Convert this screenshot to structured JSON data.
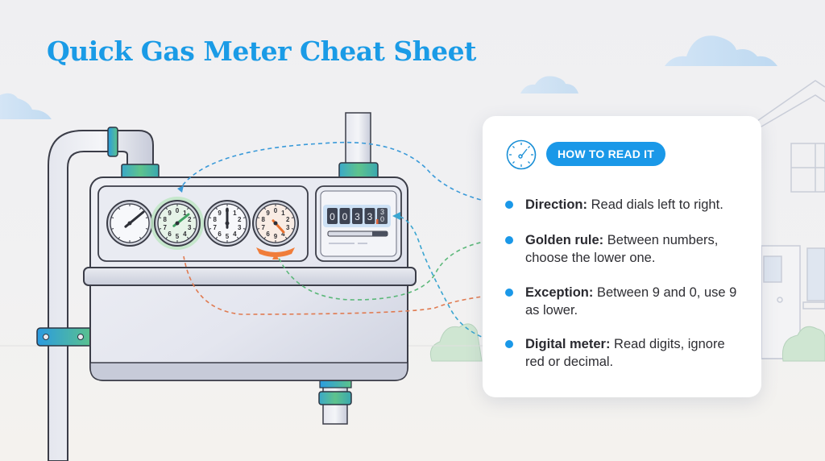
{
  "title": "Quick Gas Meter Cheat Sheet",
  "card": {
    "icon": "gauge-icon",
    "badge": "HOW TO READ IT",
    "items": [
      {
        "label": "Direction:",
        "text": "Read dials left to right.",
        "connector_color": "#3a9ad9"
      },
      {
        "label": "Golden rule:",
        "text": "Between numbers, choose the lower one.",
        "connector_color": "#5cb87a"
      },
      {
        "label": "Exception:",
        "text": "Between 9 and 0, use 9 as lower.",
        "connector_color": "#e07a50"
      },
      {
        "label": "Digital meter:",
        "text": "Read digits, ignore red or decimal.",
        "connector_color": "#3aa5d0"
      }
    ]
  },
  "meter": {
    "dials": [
      {
        "id": "dial-1",
        "numbers": [],
        "highlight": "none"
      },
      {
        "id": "dial-2",
        "numbers": [
          "0",
          "1",
          "2",
          "3",
          "4",
          "5",
          "6",
          "7",
          "8",
          "9"
        ],
        "highlight": "green"
      },
      {
        "id": "dial-3",
        "numbers": [
          "0",
          "1",
          "2",
          "3",
          "4",
          "5",
          "6",
          "7",
          "8",
          "9"
        ],
        "highlight": "none"
      },
      {
        "id": "dial-4",
        "numbers": [
          "0",
          "1",
          "2",
          "3",
          "4",
          "9",
          "6",
          "7",
          "8",
          "9"
        ],
        "highlight": "orange"
      }
    ],
    "digital_digits": [
      "0",
      "0",
      "3",
      "3"
    ],
    "digital_rolling_digit": [
      "3",
      "0"
    ]
  },
  "colors": {
    "accent_blue": "#1a98e8",
    "highlight_green": "#8fd19e",
    "highlight_orange": "#f07d3a",
    "text_dark": "#2e2e33"
  }
}
